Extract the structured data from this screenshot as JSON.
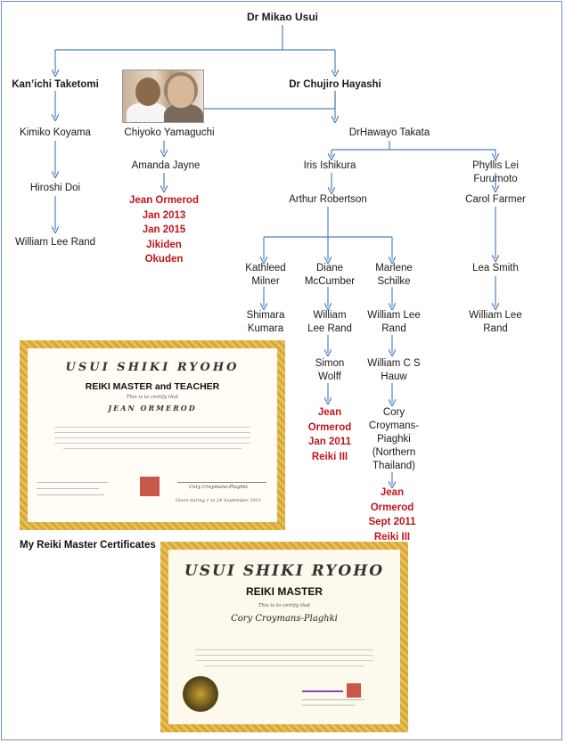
{
  "tree": {
    "root": "Dr Mikao Usui",
    "taketomi": "Kan’ichi Taketomi",
    "hayashi": "Dr Chujiro Hayashi",
    "koyama": "Kimiko Koyama",
    "yamaguchi": "Chiyoko Yamaguchi",
    "takata": "DrHawayo Takata",
    "doi": "Hiroshi Doi",
    "jayne": "Amanda Jayne",
    "ishikura": "Iris Ishikura",
    "furumoto": "Phyllis Lei Furumoto",
    "rand_left": "William Lee Rand",
    "ormerod_jikiden": "Jean Ormerod\nJan 2013\nJan 2015\nJikiden\nOkuden",
    "robertson": "Arthur Robertson",
    "farmer": "Carol Farmer",
    "milner": "Kathleed\nMilner",
    "mccumber": "Diane\nMcCumber",
    "schilke": "Marlene\nSchilke",
    "smith": "Lea Smith",
    "kumara": "Shimara\nKumara",
    "rand_mid": "William\nLee Rand",
    "rand_schilke": "William Lee\nRand",
    "rand_right": "William Lee Rand",
    "wolff": "Simon\nWolff",
    "hauw": "William C S\nHauw",
    "ormerod_2011": "Jean\nOrmerod\nJan 2011\nReiki III",
    "croymans": "Cory\nCroymans-\nPiaghki\n(Northern\nThailand)",
    "ormerod_sept": "Jean\nOrmerod\nSept 2011\nReiki III"
  },
  "caption": "My Reiki Master Certificates",
  "certificate_1": {
    "script_title": "USUI SHIKI RYOHO",
    "heading": "REIKI MASTER and TEACHER",
    "certify": "This is to certify that",
    "name": "JEAN ORMEROD",
    "signer": "Cory Croymans-Plaghki",
    "date": "Given during 1 to 24 September 2011"
  },
  "certificate_2": {
    "script_title": "USUI SHIKI RYOHO",
    "heading": "REIKI MASTER",
    "certify": "This is to certify that",
    "name": "Cory Croymans-Plaghki"
  },
  "colors": {
    "arrow": "#4f81bd",
    "highlight": "#c0151b"
  }
}
